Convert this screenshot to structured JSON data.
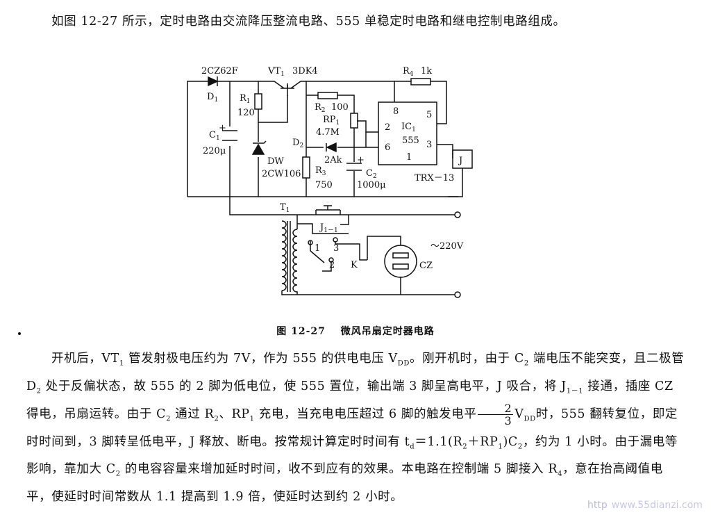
{
  "intro": "如图 12-27 所示，定时电路由交流降压整流电路、555 单稳定时电路和继电控制电路组成。",
  "figure": {
    "caption_number": "图 12-27",
    "caption_title": "微风吊扇定时器电路",
    "labels": {
      "d1_part": "2CZ62F",
      "d1": "D",
      "d1_sub": "1",
      "vt1": "VT",
      "vt1_sub": "1",
      "vt1_part": "3DK4",
      "r1": "R",
      "r1_sub": "1",
      "r1_val": "120",
      "c1": "C",
      "c1_sub": "1",
      "c1_val": "220μ",
      "dw": "DW",
      "dw_part": "2CW106",
      "r2": "R",
      "r2_sub": "2",
      "r2_val": "100",
      "rp1": "RP",
      "rp1_sub": "1",
      "rp1_val": "4.7M",
      "d2": "D",
      "d2_sub": "2",
      "d2_part": "2Ak",
      "r3": "R",
      "r3_sub": "3",
      "r3_val": "750",
      "c2": "C",
      "c2_sub": "2",
      "c2_val": "1000μ",
      "r4": "R",
      "r4_sub": "4",
      "r4_val": "1k",
      "ic1": "IC",
      "ic1_sub": "1",
      "ic1_part": "555",
      "pin8": "8",
      "pin5": "5",
      "pin2": "2",
      "pin6": "6",
      "pin3": "3",
      "pin1": "1",
      "relay": "J",
      "relay_part": "TRX－13",
      "t1": "T",
      "t1_sub": "1",
      "contact": "J",
      "contact_sub": "1－1",
      "sw_1": "1",
      "sw_3": "3",
      "sw_2": "2",
      "k": "K",
      "mains": "～220V",
      "socket": "CZ",
      "plus": "+"
    }
  },
  "body": {
    "s1": "开机后，VT",
    "s1_sub": "1",
    "s2": " 管发射极电压约为 7V，作为 555 的供电电压 V",
    "s2_sub": "DD",
    "s3": "。刚开机时，由于 C",
    "s3_sub": "2",
    "s4": " 端电压不能突变，且二极管 D",
    "s4_sub": "2",
    "s5": " 处于反偏状态，故 555 的 2 脚为低电位，使 555 置位，输出端 3 脚呈高电平，J 吸合，将 J",
    "s5_sub": "1－1",
    "s6": " 接通，插座 CZ 得电，吊扇运转。由于 C",
    "s6_sub": "2",
    "s7": " 通过 R",
    "s7_sub": "2",
    "s8": "、RP",
    "s8_sub": "1",
    "s9": " 充电，当充电电压超过 6 脚的触发电平",
    "frac_num": "2",
    "frac_den": "3",
    "s10": "V",
    "s10_sub": "DD",
    "s11": "时，555 翻转复位，即定时时间到，3 脚转呈低电平，J 释放、断电。按常规计算定时时间有 t",
    "s11_sub": "d",
    "s12": "＝1.1(R",
    "s12_sub": "2",
    "s13": "＋RP",
    "s13_sub": "1",
    "s14": ")C",
    "s14_sub": "2",
    "s15": "，约为 1 小时。由于漏电等影响，靠加大 C",
    "s15_sub": "2",
    "s16": " 的电容容量来增加延时时间，收不到应有的效果。本电路在控制端 5 脚接入 R",
    "s16_sub": "4",
    "s17": "，意在抬高阈值电平，使延时时间常数从 1.1 提高到 1.9 倍，使延时达到约 2 小时。"
  },
  "watermark": {
    "left": "http",
    "right": "www.55dianzi.com"
  }
}
